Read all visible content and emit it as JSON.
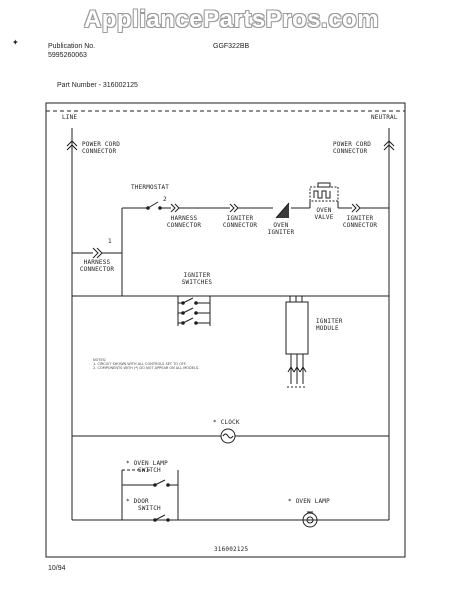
{
  "watermark": "AppliancePartsPros.com",
  "header": {
    "publication_label": "Publication No.",
    "publication_number": "5995260063",
    "model": "GGF322BB",
    "part_number": "Part Number - 316002125"
  },
  "diagram": {
    "line_label": "LINE",
    "neutral_label": "NEUTRAL",
    "power_cord_left": [
      "POWER CORD",
      "CONNECTOR"
    ],
    "power_cord_right": [
      "POWER CORD",
      "CONNECTOR"
    ],
    "thermostat": "THERMOSTAT",
    "harness_connector_top": [
      "HARNESS",
      "CONNECTOR"
    ],
    "igniter_connector_mid": [
      "IGNITER",
      "CONNECTOR"
    ],
    "oven_igniter": [
      "OVEN",
      "IGNITER"
    ],
    "oven_valve": [
      "OVEN",
      "VALVE"
    ],
    "igniter_connector_right": [
      "IGNITER",
      "CONNECTOR"
    ],
    "harness_connector_left": [
      "HARNESS",
      "CONNECTOR"
    ],
    "igniter_switches": [
      "IGNITER",
      "SWITCHES"
    ],
    "igniter_module": [
      "IGNITER",
      "MODULE"
    ],
    "notes": [
      "NOTES:",
      "1. CIRCUIT SHOWN WITH ALL CONTROLS SET TO OFF.",
      "2. COMPONENTS WITH (*) DO NOT APPEAR ON ALL MODELS."
    ],
    "clock": "* CLOCK",
    "oven_lamp_switch": [
      "* OVEN LAMP",
      "SWITCH"
    ],
    "door_switch": [
      "* DOOR",
      "SWITCH"
    ],
    "oven_lamp": "* OVEN LAMP",
    "wire_num_1": "1",
    "wire_num_2": "2",
    "footer_part": "316002125"
  },
  "footer": {
    "date": "10/94"
  }
}
